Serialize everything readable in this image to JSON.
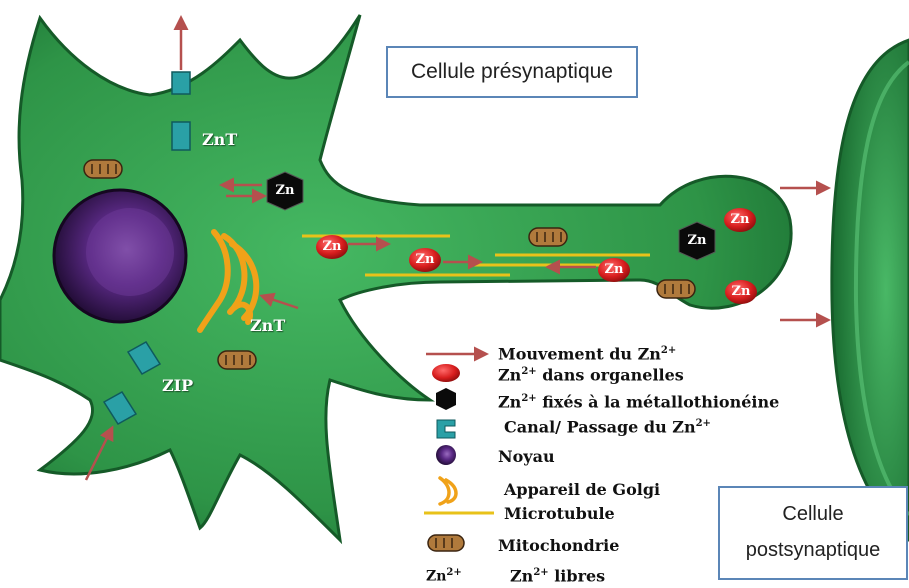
{
  "boxes": {
    "presynaptic": "Cellule présynaptique",
    "postsynaptic_line1": "Cellule",
    "postsynaptic_line2": "postsynaptique"
  },
  "cell_labels": {
    "znt_top": "ZnT",
    "znt_golgi": "ZnT",
    "zip": "ZIP"
  },
  "zn_label": "Zn",
  "legend": [
    {
      "icon": "arrow-icon",
      "pre": "Mouvement du Zn",
      "sup": "2+",
      "post": ""
    },
    {
      "icon": "red-zn-ellipse-icon",
      "pre": "Zn",
      "sup": "2+",
      "post": " dans organelles"
    },
    {
      "icon": "black-hexagon-icon",
      "pre": "Zn",
      "sup": "2+",
      "post": " fixés à la métallothionéine"
    },
    {
      "icon": "channel-icon",
      "pre": "Canal/ Passage du Zn",
      "sup": "2+",
      "post": ""
    },
    {
      "icon": "nucleus-icon",
      "pre": "Noyau",
      "sup": "",
      "post": ""
    },
    {
      "icon": "golgi-icon",
      "pre": "Appareil de Golgi",
      "sup": "",
      "post": ""
    },
    {
      "icon": "microtubule-icon",
      "pre": "Microtubule",
      "sup": "",
      "post": ""
    },
    {
      "icon": "mitochondria-icon",
      "pre": "Mitochondrie",
      "sup": "",
      "post": ""
    },
    {
      "icon": "free-zn-icon",
      "pre": "Zn",
      "sup": "2+",
      "post": " libres",
      "icon_text": "Zn",
      "icon_sup": "2+"
    }
  ],
  "colors": {
    "cell_green": "#2f9a4c",
    "cell_dark": "#17652e",
    "arrow": "#b5504e",
    "zn_red": "#d81e1e",
    "microtubule": "#e8c21a",
    "golgi": "#f0a219",
    "channel": "#2aa0a6",
    "nucleus": "#4a1f6e"
  }
}
